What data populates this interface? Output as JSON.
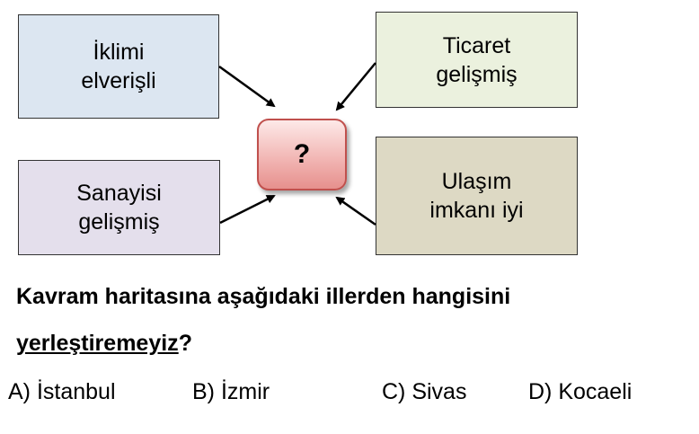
{
  "diagram": {
    "top_left": [
      "İklimi",
      "elverişli"
    ],
    "top_right": [
      "Ticaret",
      "gelişmiş"
    ],
    "bottom_left": [
      "Sanayisi",
      "gelişmiş"
    ],
    "bottom_right": [
      "Ulaşım",
      "imkanı iyi"
    ],
    "center": "?",
    "colors": {
      "top_left": "#dce6f1",
      "top_right": "#ebf1de",
      "bottom_left": "#e4dfec",
      "bottom_right": "#ddd9c4",
      "center": "#f2b7b5"
    }
  },
  "question": {
    "line1": "Kavram haritasına aşağıdaki illerden hangisini",
    "line2_underlined": "yerleştiremeyiz",
    "line2_tail": "?"
  },
  "options": [
    {
      "label": "A) İstanbul"
    },
    {
      "label": "B) İzmir"
    },
    {
      "label": "C) Sivas"
    },
    {
      "label": "D) Kocaeli"
    }
  ]
}
